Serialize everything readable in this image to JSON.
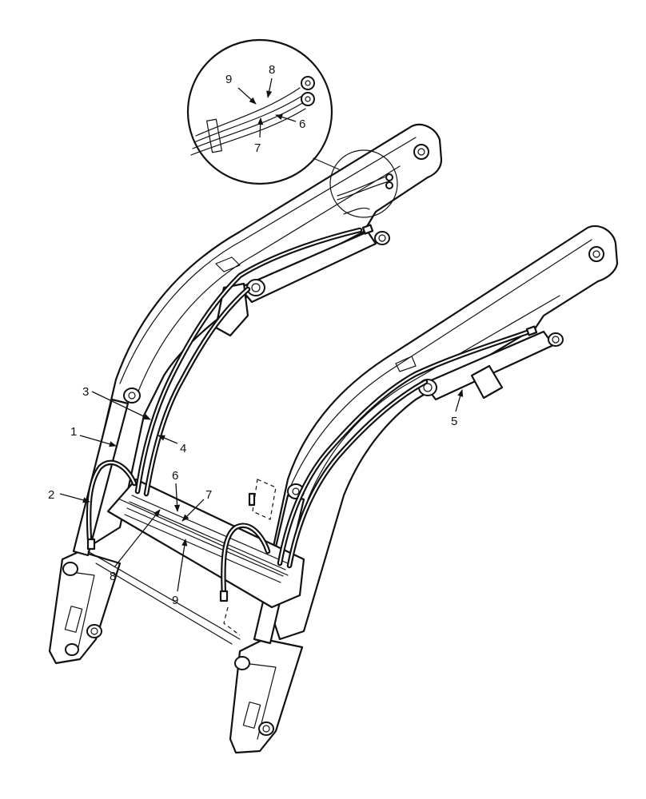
{
  "callouts": {
    "c1": "1",
    "c2": "2",
    "c3": "3",
    "c4": "4",
    "c5": "5",
    "c6": "6",
    "c7": "7",
    "c8": "8",
    "c9": "9",
    "detail_c6": "6",
    "detail_c7": "7",
    "detail_c8": "8",
    "detail_c9": "9"
  },
  "colors": {
    "line": "#111111",
    "background": "#ffffff"
  }
}
